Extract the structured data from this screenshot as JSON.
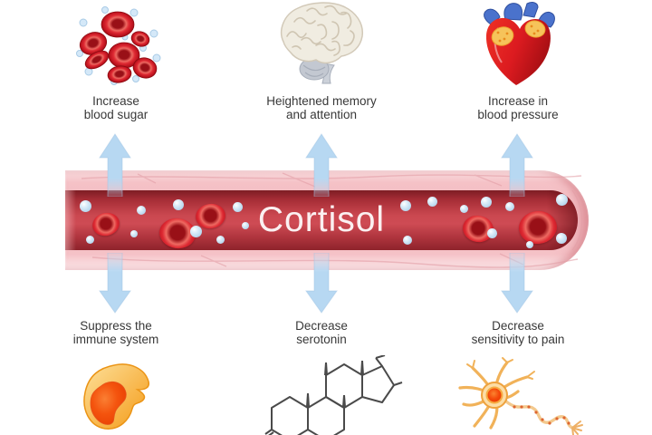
{
  "title": {
    "text": "Cortisol"
  },
  "top_effects": [
    {
      "icon": "red-blood-cells-icon",
      "line1": "Increase",
      "line2": "blood sugar"
    },
    {
      "icon": "brain-icon",
      "line1": "Heightened memory",
      "line2": "and attention"
    },
    {
      "icon": "heart-icon",
      "line1": "Increase in",
      "line2": "blood pressure"
    }
  ],
  "bottom_effects": [
    {
      "icon": "immune-cell-icon",
      "line1": "Suppress the",
      "line2": "immune system"
    },
    {
      "icon": "cortisol-molecule-icon",
      "line1": "Decrease",
      "line2": "serotonin"
    },
    {
      "icon": "neuron-icon",
      "line1": "Decrease",
      "line2": "sensitivity to pain"
    }
  ],
  "colors": {
    "arrow": "#b7d8f2",
    "vessel_wall": "#f1b6bc",
    "vessel_lumen": "#c44a52",
    "label_text": "#383838",
    "title_text": "#fbf0f1"
  }
}
